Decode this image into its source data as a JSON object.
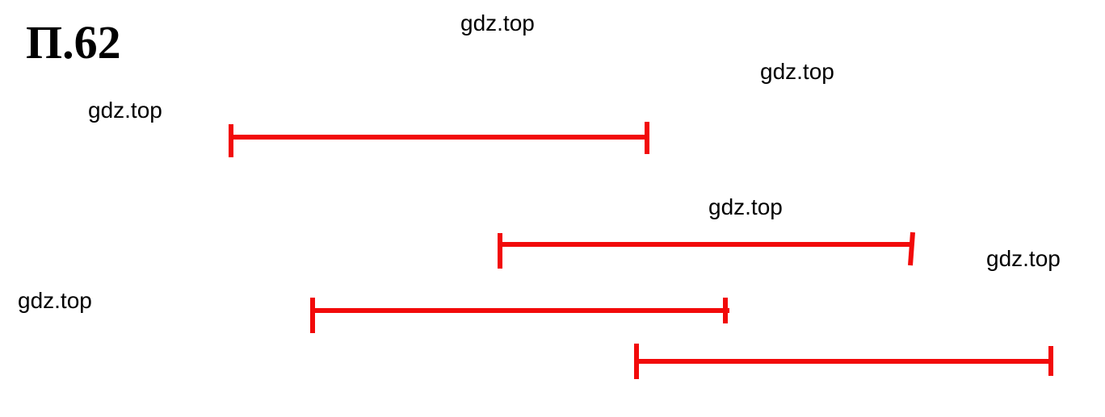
{
  "title": "П.62",
  "watermarks": [
    "gdz.top",
    "gdz.top",
    "gdz.top",
    "gdz.top",
    "gdz.top",
    "gdz.top"
  ],
  "colors": {
    "segment": "#f20a0a",
    "text": "#000000",
    "background": "#ffffff"
  },
  "segments": [
    {
      "id": "segment-1"
    },
    {
      "id": "segment-2"
    },
    {
      "id": "segment-3"
    },
    {
      "id": "segment-4"
    }
  ]
}
